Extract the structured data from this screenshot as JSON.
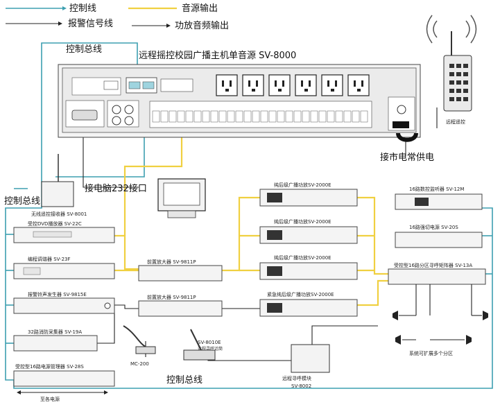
{
  "legend": {
    "control_line": "控制线",
    "source_output": "音源输出",
    "alarm_line": "报警信号线",
    "amp_output": "功放音频输出"
  },
  "colors": {
    "control": "#3d9fb0",
    "source": "#f0d040",
    "alarm": "#222222"
  },
  "labels": {
    "control_bus_top": "控制总线",
    "control_bus_left": "控制总线",
    "control_bus_bottom": "控制总线",
    "main_title": "远程摇控校园广播主机单音源 SV-8000",
    "remote": "远程遥控",
    "mains_power": "接市电常供电",
    "pc_port": "接电脑232接口",
    "mc200": "MC-200",
    "sv8010e_model": "SV-8010E",
    "sv8010e_name": "远程寻呼话筒",
    "remote_paging_name": "远程寻呼模块",
    "remote_paging_model": "SV-8002",
    "expand_note": "系统可扩展多个分区",
    "power_note": "至各电源"
  },
  "devices": {
    "receiver": "无线遥控接收器 SV-8001",
    "dvd": "受控DVD播放器 SV-22C",
    "tuner": "编程调谐器 SV-23F",
    "alarm_gen": "报警铃声发生器 SV-9815E",
    "fire_collect": "32路消防采集器 SV-19A",
    "power_mgr": "受控型16路电源管理器 SV-28S",
    "preamp_top": "前置放大器 SV-9811P",
    "preamp_bottom": "前置放大器 SV-9811P",
    "amp1": "纯后级广播功放SV-2000E",
    "amp2": "纯后级广播功放SV-2000E",
    "amp3": "纯后级广播功放SV-2000E",
    "amp_emerg": "紧急纯后级广播功放SV-2000E",
    "monitor": "16路数控监听器 SV-12M",
    "cutter": "16路强切电源 SV-20S",
    "matrix": "受控型16路分区寻呼矩阵器 SV-13A"
  }
}
